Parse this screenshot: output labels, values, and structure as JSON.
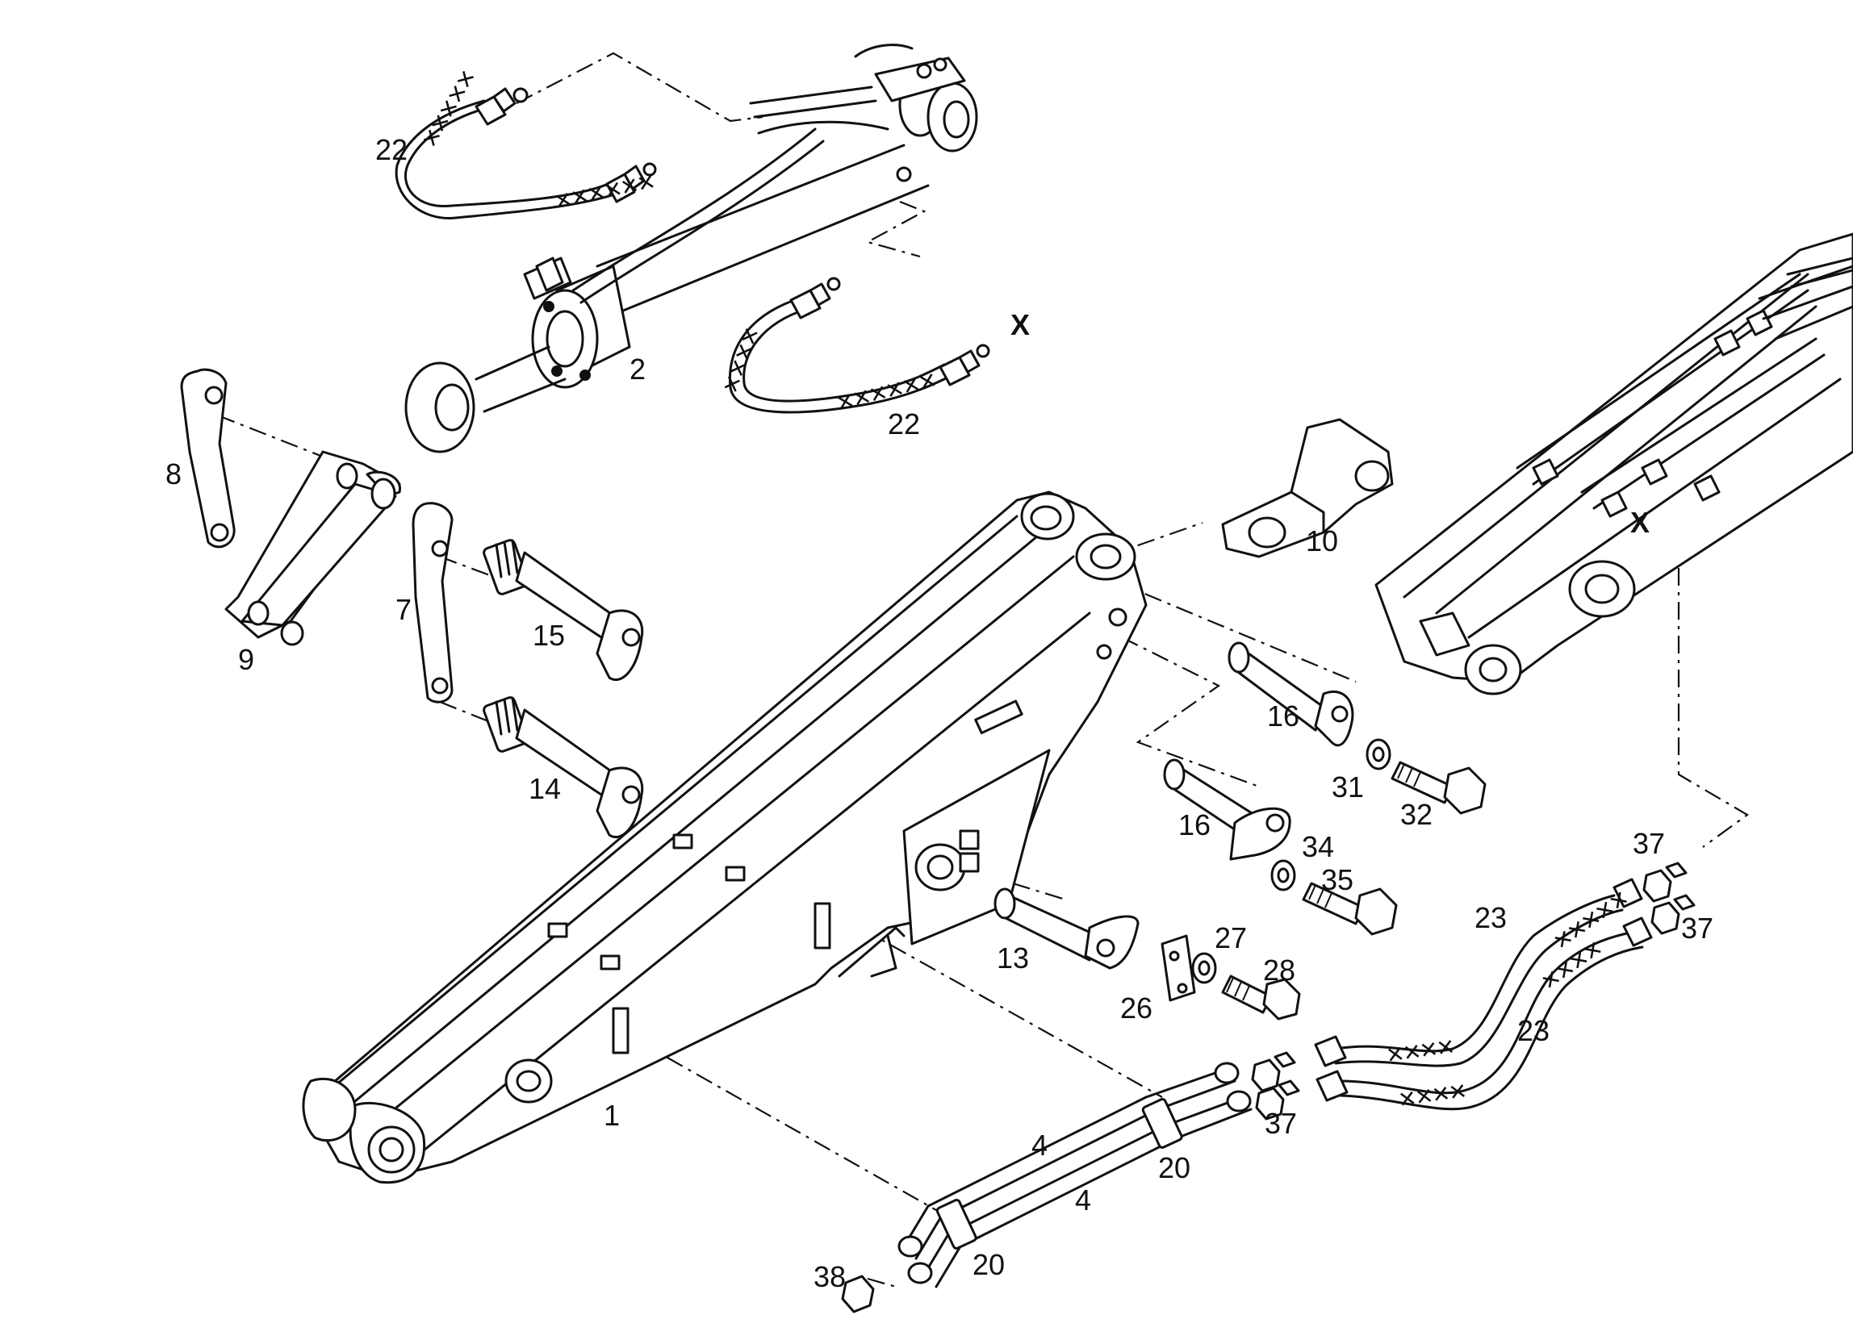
{
  "labels": {
    "l1": "1",
    "l2": "2",
    "l4a": "4",
    "l4b": "4",
    "l7": "7",
    "l8": "8",
    "l9": "9",
    "l10": "10",
    "l13": "13",
    "l14": "14",
    "l15": "15",
    "l16a": "16",
    "l16b": "16",
    "l20a": "20",
    "l20b": "20",
    "l22a": "22",
    "l22b": "22",
    "l23a": "23",
    "l23b": "23",
    "l26": "26",
    "l27": "27",
    "l28": "28",
    "l31": "31",
    "l32": "32",
    "l34": "34",
    "l35": "35",
    "l37a": "37",
    "l37b": "37",
    "l37c": "37",
    "l38": "38",
    "xa": "X",
    "xb": "X"
  }
}
